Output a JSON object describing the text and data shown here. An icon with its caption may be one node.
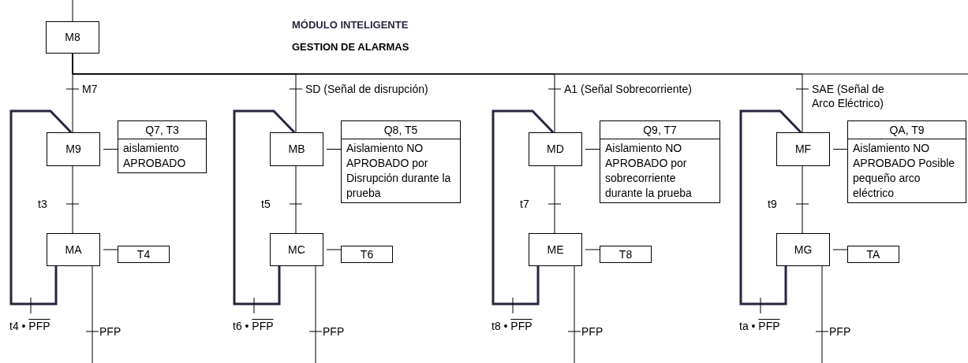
{
  "diagram": {
    "nodes": [
      {
        "text": [
          "M8"
        ]
      },
      {
        "text": [
          "M9"
        ]
      },
      {
        "text": [
          "Q7, T3",
          "aislamiento APROBADO"
        ]
      },
      {
        "text": [
          "MA"
        ]
      },
      {
        "text": [
          "T4"
        ]
      },
      {
        "text": [
          "MB"
        ]
      },
      {
        "text": [
          "Q8, T5",
          "Aislamiento NO APROBADO por Disrupción durante la prueba"
        ]
      },
      {
        "text": [
          "MC"
        ]
      },
      {
        "text": [
          "T6"
        ]
      },
      {
        "text": [
          "MD"
        ]
      },
      {
        "text": [
          "Q9, T7",
          "Aislamiento NO APROBADO por sobrecorriente durante la prueba"
        ]
      },
      {
        "text": [
          "ME"
        ]
      },
      {
        "text": [
          "T8"
        ]
      },
      {
        "text": [
          "MF"
        ]
      },
      {
        "text": [
          "QA, T9",
          "Aislamiento NO APROBADO Posible pequeño arco eléctrico"
        ]
      },
      {
        "text": [
          "MG"
        ]
      },
      {
        "text": [
          "TA"
        ]
      }
    ],
    "edges": [
      {
        "from": null,
        "to": 0,
        "arrow": "none"
      },
      {
        "from": 0,
        "to": 1,
        "arrow": "none",
        "label": "M7"
      },
      {
        "from": 1,
        "to": 3,
        "arrow": "none",
        "label": "t3"
      },
      {
        "from": 3,
        "to": 1,
        "arrow": "none",
        "label": "t4 • PFP",
        "style": "thick",
        "color": "#2d2340"
      },
      {
        "from": 3,
        "to": null,
        "arrow": "none",
        "label": "PFP"
      },
      {
        "from": 1,
        "to": 2,
        "arrow": "none"
      },
      {
        "from": 3,
        "to": 4,
        "arrow": "none"
      },
      {
        "from": 0,
        "to": 5,
        "arrow": "none",
        "label": "SD (Señal de disrupción)"
      },
      {
        "from": 5,
        "to": 7,
        "arrow": "none",
        "label": "t5"
      },
      {
        "from": 7,
        "to": 5,
        "arrow": "none",
        "label": "t6 • PFP",
        "style": "thick",
        "color": "#2d2340"
      },
      {
        "from": 7,
        "to": null,
        "arrow": "none",
        "label": "PFP"
      },
      {
        "from": 5,
        "to": 6,
        "arrow": "none"
      },
      {
        "from": 7,
        "to": 8,
        "arrow": "none"
      },
      {
        "from": 0,
        "to": 9,
        "arrow": "none",
        "label": "A1 (Señal Sobrecorriente)"
      },
      {
        "from": 9,
        "to": 11,
        "arrow": "none",
        "label": "t7"
      },
      {
        "from": 11,
        "to": 9,
        "arrow": "none",
        "label": "t8 • PFP",
        "style": "thick",
        "color": "#2d2340"
      },
      {
        "from": 11,
        "to": null,
        "arrow": "none",
        "label": "PFP"
      },
      {
        "from": 9,
        "to": 10,
        "arrow": "none"
      },
      {
        "from": 11,
        "to": 12,
        "arrow": "none"
      },
      {
        "from": 0,
        "to": 13,
        "arrow": "none",
        "label": "SAE (Señal de Arco Eléctrico)"
      },
      {
        "from": 13,
        "to": 15,
        "arrow": "none",
        "label": "t9"
      },
      {
        "from": 15,
        "to": 13,
        "arrow": "none",
        "label": "ta • PFP",
        "style": "thick",
        "color": "#2d2340"
      },
      {
        "from": 15,
        "to": null,
        "arrow": "none",
        "label": "PFP"
      },
      {
        "from": 13,
        "to": 14,
        "arrow": "none"
      },
      {
        "from": 15,
        "to": 16,
        "arrow": "none"
      }
    ],
    "labels": [
      "MÓDULO INTELIGENTE",
      "GESTION DE ALARMAS"
    ]
  }
}
